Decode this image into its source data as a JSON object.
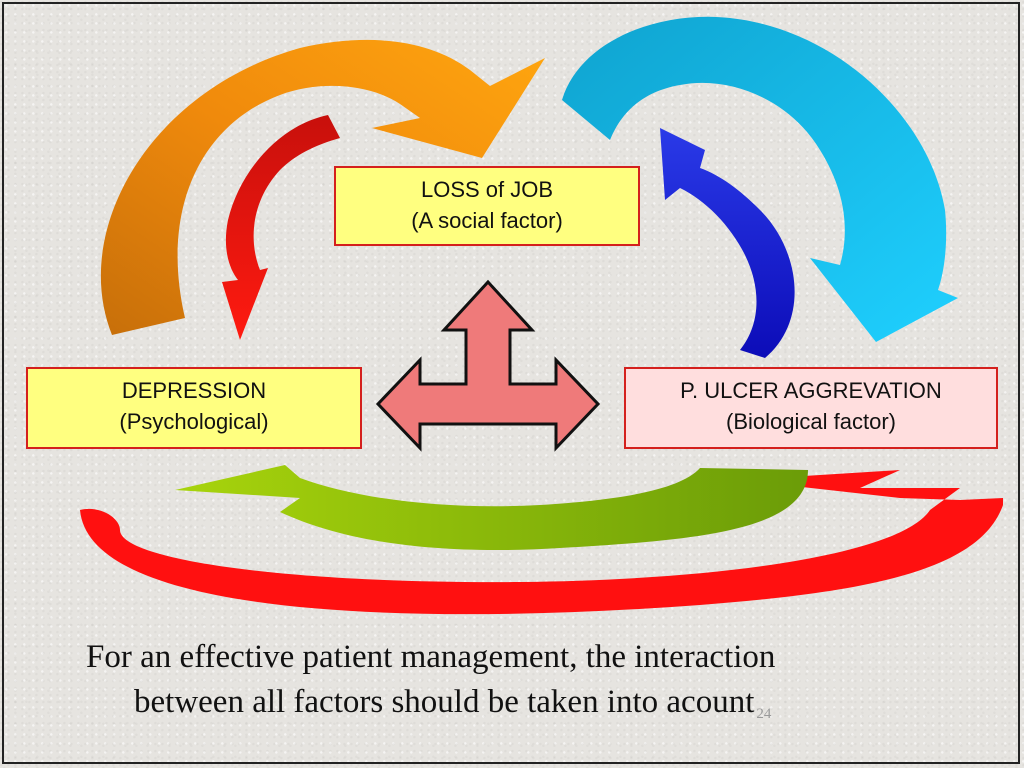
{
  "nodes": {
    "job": {
      "line1": "LOSS of JOB",
      "line2": "(A social factor)"
    },
    "depression": {
      "line1": "DEPRESSION",
      "line2": "(Psychological)"
    },
    "ulcer": {
      "line1": "P. ULCER AGGREVATION",
      "line2": "(Biological factor)"
    }
  },
  "caption": {
    "line1": "For an effective patient management, the interaction",
    "line2": "between all factors should be taken into acount"
  },
  "slide_number": "24",
  "colors": {
    "box_yellow": "#ffff80",
    "box_pink": "#ffdede",
    "box_border": "#d4201d",
    "orange_arrow": "#f39a0a",
    "red_arrow": "#e8140e",
    "cyan_arrow": "#1ab9e6",
    "blue_arrow": "#1a1ad8",
    "green_arrow": "#8dbb0c",
    "center_arrow": "#ef7a7a"
  }
}
